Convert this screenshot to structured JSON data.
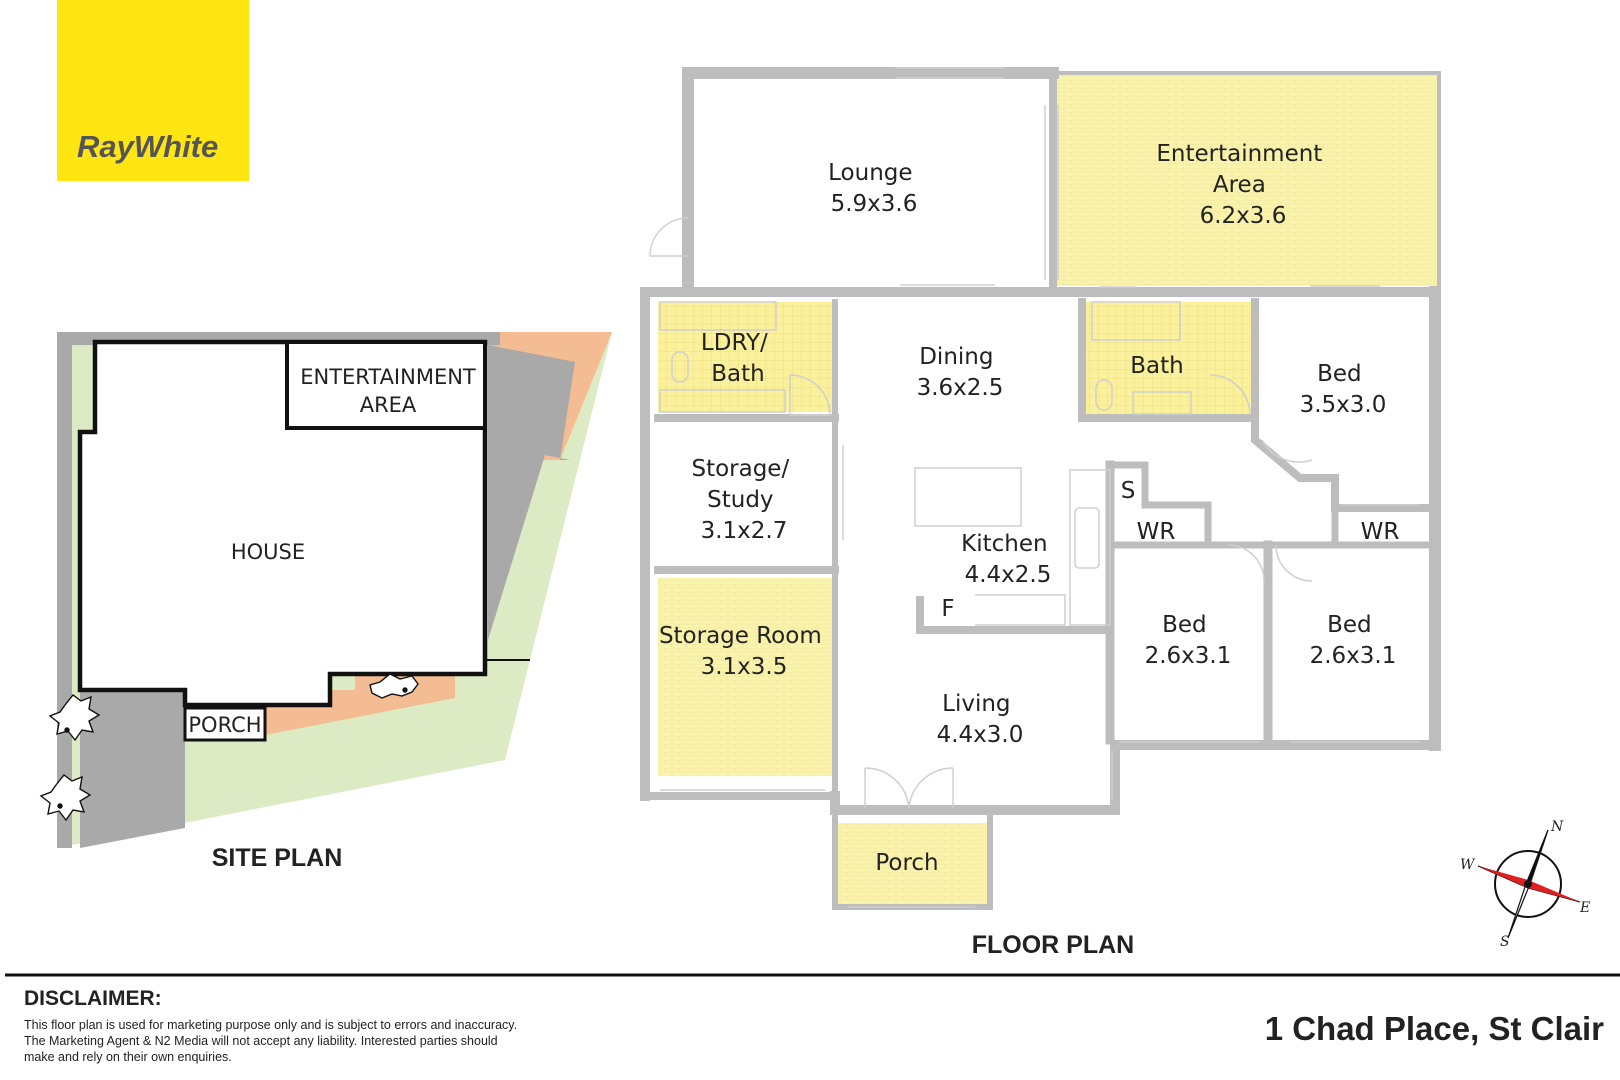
{
  "brand": {
    "logo_text": "RayWhite",
    "logo_bg": "#FFE512"
  },
  "site_plan": {
    "heading": "SITE PLAN",
    "labels": {
      "entertainment_1": "ENTERTAINMENT",
      "entertainment_2": "AREA",
      "house": "HOUSE",
      "porch": "PORCH"
    }
  },
  "floor_plan": {
    "heading": "FLOOR PLAN",
    "rooms": {
      "lounge": [
        "Lounge",
        "5.9x3.6"
      ],
      "entertainment": [
        "Entertainment",
        "Area",
        "6.2x3.6"
      ],
      "ldry": [
        "LDRY/",
        "Bath"
      ],
      "dining": [
        "Dining",
        "3.6x2.5"
      ],
      "bath": [
        "Bath"
      ],
      "bed_main": [
        "Bed",
        "3.5x3.0"
      ],
      "storage_study": [
        "Storage/",
        "Study",
        "3.1x2.7"
      ],
      "kitchen": [
        "Kitchen",
        "4.4x2.5"
      ],
      "storage_room": [
        "Storage Room",
        "3.1x3.5"
      ],
      "bed_2": [
        "Bed",
        "2.6x3.1"
      ],
      "bed_3": [
        "Bed",
        "2.6x3.1"
      ],
      "living": [
        "Living",
        "4.4x3.0"
      ],
      "porch": [
        "Porch"
      ],
      "s": "S",
      "wr_1": "WR",
      "wr_2": "WR",
      "f": "F"
    }
  },
  "compass": {
    "n": "N",
    "s": "S",
    "e": "E",
    "w": "W",
    "pointer_color": "#E02020"
  },
  "colors": {
    "highlight": "#FAF3AC",
    "wall": "#BDBDBD",
    "grass": "#DDEBC4",
    "paving": "#F4BC92",
    "drive": "#A9A9A9"
  },
  "disclaimer": {
    "title": "DISCLAIMER:",
    "lines": [
      "This floor plan is used for marketing purpose only and is subject to errors and inaccuracy.",
      "The Marketing Agent & N2 Media will not accept any liability. Interested parties should",
      "make and rely on their own enquiries."
    ]
  },
  "address": "1 Chad Place, St Clair"
}
